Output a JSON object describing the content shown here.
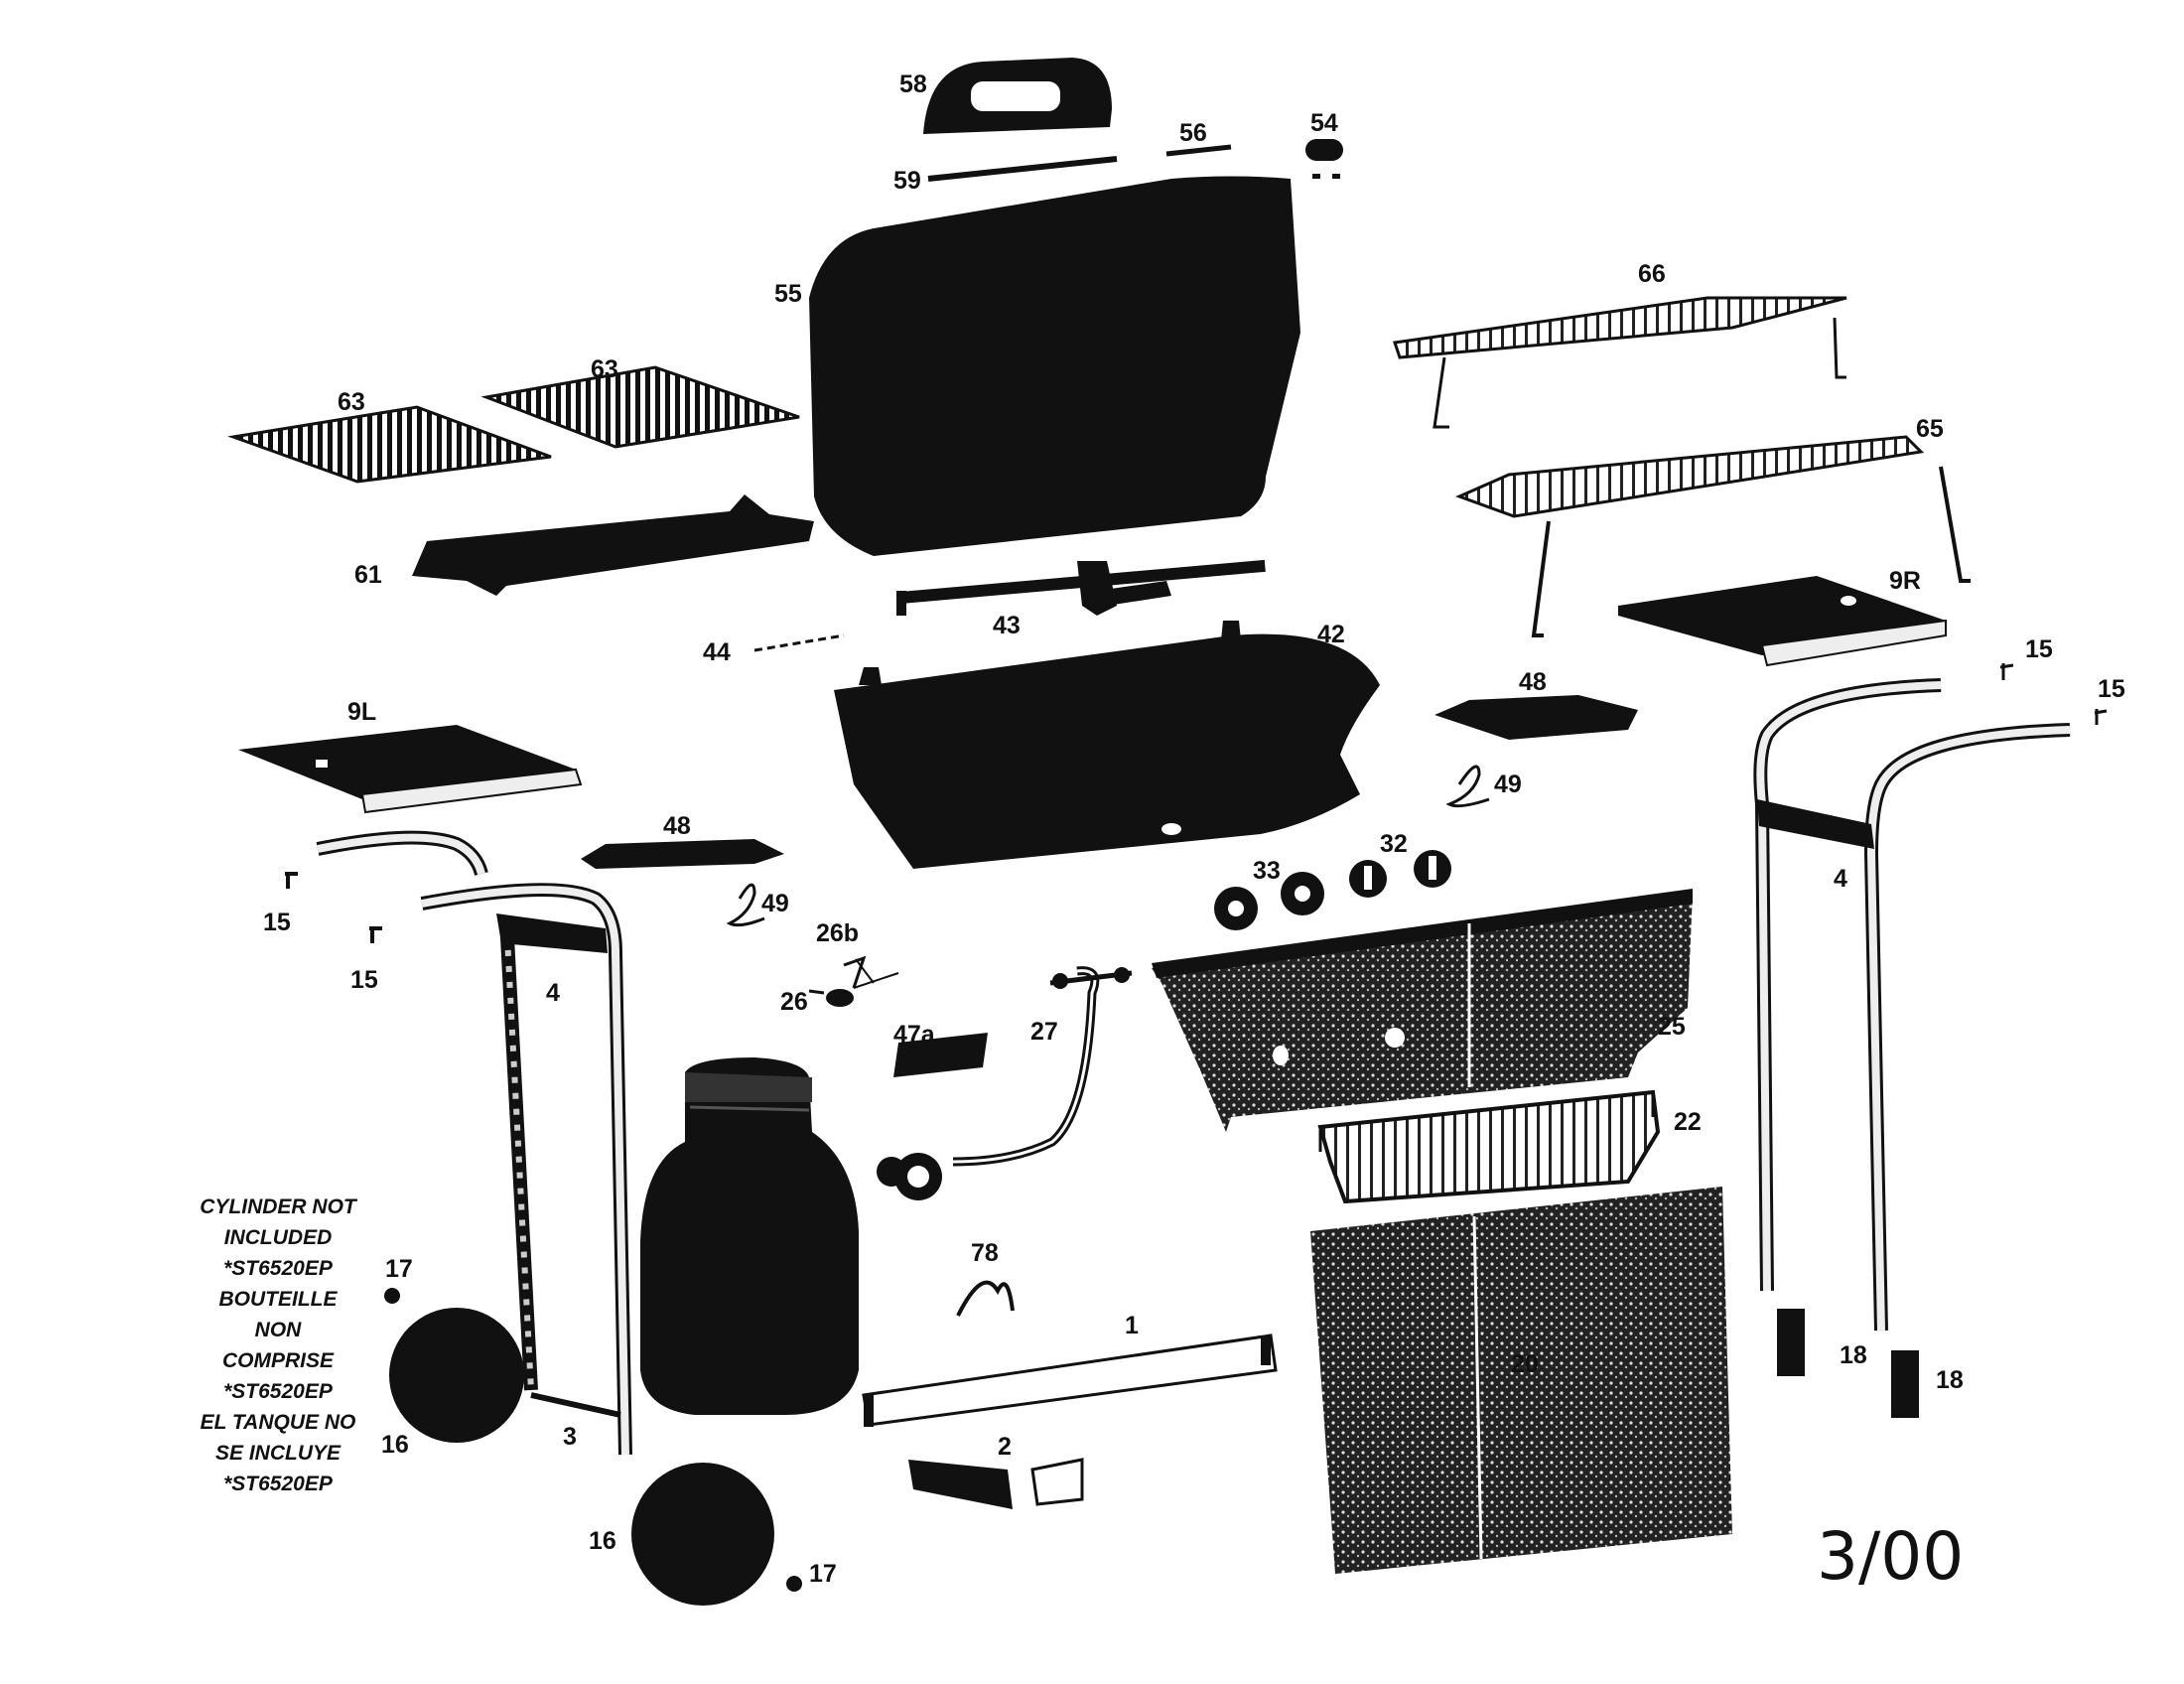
{
  "diagram": {
    "labels": {
      "p58": "58",
      "p56": "56",
      "p54": "54",
      "p59": "59",
      "p55": "55",
      "p66": "66",
      "p63a": "63",
      "p63b": "63",
      "p65": "65",
      "p61": "61",
      "p43": "43",
      "p44": "44",
      "p42": "42",
      "p9r": "9R",
      "p15a": "15",
      "p15b": "15",
      "p48a": "48",
      "p9l": "9L",
      "p49a": "49",
      "p48b": "48",
      "p49b": "49",
      "p15c": "15",
      "p15d": "15",
      "p33": "33",
      "p32": "32",
      "p26b": "26b",
      "p4a": "4",
      "p4b": "4",
      "p26": "26",
      "p47a": "47a",
      "p27": "27",
      "p25": "25",
      "p22": "22",
      "p78": "78",
      "p1": "1",
      "p17a": "17",
      "p20": "20",
      "p18a": "18",
      "p18b": "18",
      "p16a": "16",
      "p3": "3",
      "p2": "2",
      "p16b": "16",
      "p17b": "17"
    },
    "note": [
      "CYLINDER NOT",
      "INCLUDED",
      "*ST6520EP",
      "BOUTEILLE",
      "NON",
      "COMPRISE",
      "*ST6520EP",
      "EL TANQUE NO",
      "SE INCLUYE",
      "*ST6520EP"
    ],
    "date": "3/00"
  }
}
